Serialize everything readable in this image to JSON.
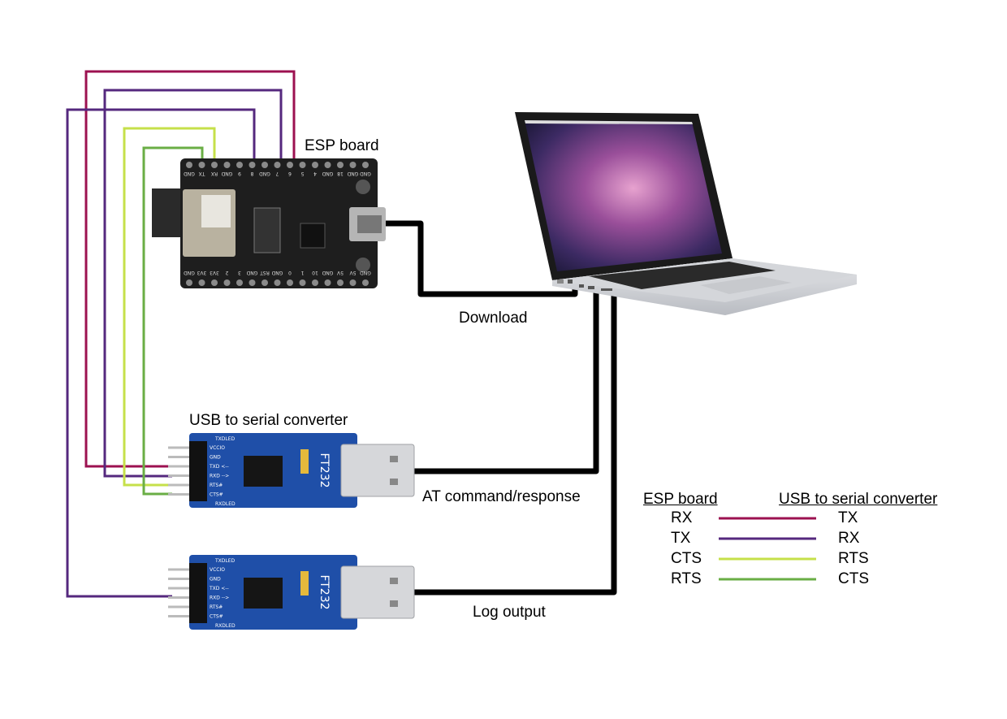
{
  "labels": {
    "esp_board": "ESP board",
    "download": "Download",
    "usb_serial": "USB to serial converter",
    "at_command": "AT command/response",
    "log_output": "Log output"
  },
  "legend": {
    "left_header": "ESP board",
    "right_header": "USB to serial converter",
    "rows": [
      {
        "left": "RX",
        "right": "TX",
        "color": "#9c1150"
      },
      {
        "left": "TX",
        "right": "RX",
        "color": "#55287e"
      },
      {
        "left": "CTS",
        "right": "RTS",
        "color": "#c6e04a"
      },
      {
        "left": "RTS",
        "right": "CTS",
        "color": "#6aae45"
      }
    ]
  },
  "esp_silkscreen": {
    "top_pins": [
      "GND",
      "TX",
      "RX",
      "GND",
      "9",
      "8",
      "GND",
      "7",
      "6",
      "5",
      "4",
      "GND",
      "18",
      "GND",
      "GND"
    ],
    "bottom_pins": [
      "GND",
      "3V3",
      "3V3",
      "2",
      "3",
      "GND",
      "RST",
      "GND",
      "0",
      "1",
      "10",
      "GND",
      "5V",
      "5V",
      "GND"
    ]
  },
  "converter_silkscreen": {
    "pins": [
      "VCCIO",
      "GND",
      "TXD <--",
      "RXD -->",
      "RTS#",
      "CTS#"
    ],
    "chip": "FT232",
    "leds": [
      "TXDLED",
      "RXDLED"
    ]
  },
  "colors": {
    "cable": "#000000",
    "esp_pcb": "#1e1e1e",
    "converter_pcb": "#1f4fa8",
    "screen": "#6a3d7a"
  }
}
